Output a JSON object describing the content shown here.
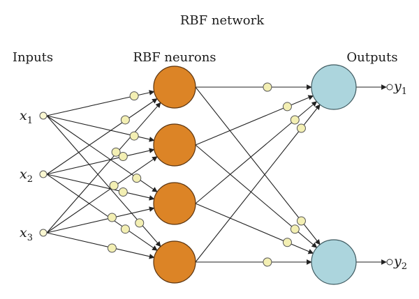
{
  "title": "RBF network",
  "headers": {
    "inputs": "Inputs",
    "rbf": "RBF neurons",
    "outputs": "Outputs"
  },
  "inputs": [
    {
      "var": "x",
      "sub": "1"
    },
    {
      "var": "x",
      "sub": "2"
    },
    {
      "var": "x",
      "sub": "3"
    }
  ],
  "rbf_count": 4,
  "outputs": [
    {
      "var": "y",
      "sub": "1"
    },
    {
      "var": "y",
      "sub": "2"
    }
  ],
  "colors": {
    "rbf_neuron": "#dc8426",
    "output_neuron": "#acd5dd",
    "weight_node": "#f3efb3",
    "edge": "#222222"
  }
}
